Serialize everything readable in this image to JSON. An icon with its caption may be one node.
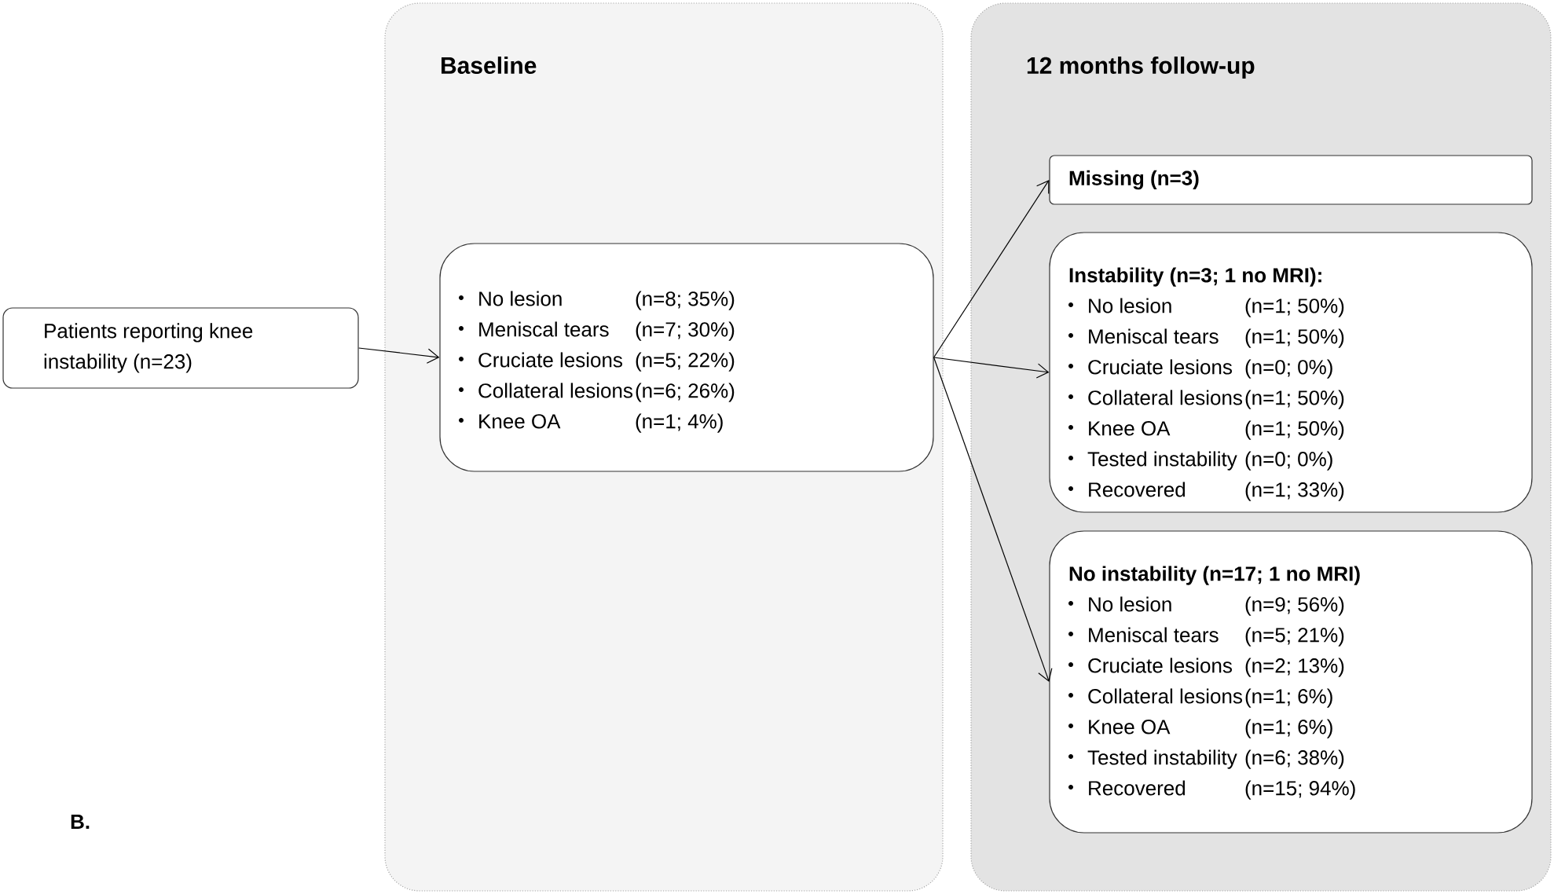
{
  "diagram": {
    "nodes": [
      {
        "text": [
          "Patients reporting knee instability (n=23)"
        ]
      },
      {
        "text": [
          "Baseline"
        ]
      },
      {
        "text": [
          "No lesion",
          "(n=8; 35%)",
          "Meniscal tears",
          "(n=7; 30%)",
          "Cruciate lesions",
          "(n=5; 22%)",
          "Collateral lesions",
          "(n=6; 26%)",
          "Knee OA",
          "(n=1; 4%)"
        ],
        "in": 1
      },
      {
        "text": [
          "12 months follow-up"
        ]
      },
      {
        "text": [
          "Missing (n=3)"
        ],
        "in": 3
      },
      {
        "text": [
          "Instability (n=3; 1 no MRI):",
          "No lesion",
          "(n=1; 50%)",
          "Meniscal tears",
          "(n=1; 50%)",
          "Cruciate lesions",
          "(n=0; 0%)",
          "Collateral lesions",
          "(n=1; 50%)",
          "Knee OA",
          "(n=1; 50%)",
          "Tested instability",
          "(n=0; 0%)",
          "Recovered",
          "(n=1; 33%)"
        ],
        "in": 3
      },
      {
        "text": [
          "No instability (n=17; 1 no MRI)",
          "No lesion",
          "(n=9; 56%)",
          "Meniscal tears",
          "(n=5; 21%)",
          "Cruciate lesions",
          "(n=2; 13%)",
          "Collateral lesions",
          "(n=1; 6%)",
          "Knee OA",
          "(n=1; 6%)",
          "Tested instability",
          "(n=6; 38%)",
          "Recovered",
          "(n=15; 94%)"
        ],
        "in": 3
      }
    ],
    "edges": [
      {
        "from": 0,
        "to": 2,
        "arrow": "to"
      },
      {
        "from": 2,
        "to": 4,
        "arrow": "to"
      },
      {
        "from": 2,
        "to": 5,
        "arrow": "to"
      },
      {
        "from": 2,
        "to": 6,
        "arrow": "to"
      }
    ],
    "labels": [
      "B."
    ]
  }
}
